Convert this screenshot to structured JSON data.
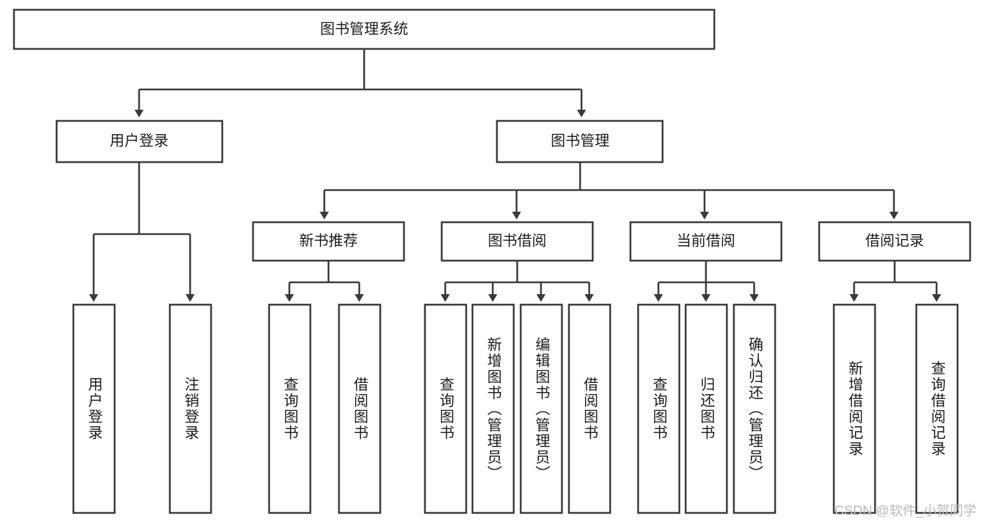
{
  "diagram": {
    "type": "tree-hierarchy",
    "title": "图书管理系统",
    "root": {
      "id": "root",
      "label": "图书管理系统",
      "orientation": "horizontal"
    },
    "level2": [
      {
        "id": "user-login",
        "label": "用户登录",
        "orientation": "horizontal"
      },
      {
        "id": "book-management",
        "label": "图书管理",
        "orientation": "horizontal"
      }
    ],
    "level3": [
      {
        "id": "new-book-recommend",
        "label": "新书推荐",
        "parent": "book-management",
        "orientation": "horizontal"
      },
      {
        "id": "book-borrow",
        "label": "图书借阅",
        "parent": "book-management",
        "orientation": "horizontal"
      },
      {
        "id": "current-borrow",
        "label": "当前借阅",
        "parent": "book-management",
        "orientation": "horizontal"
      },
      {
        "id": "borrow-record",
        "label": "借阅记录",
        "parent": "book-management",
        "orientation": "horizontal"
      }
    ],
    "leaves": [
      {
        "id": "leaf-user-login",
        "label": "用户登录",
        "parent": "user-login",
        "orientation": "vertical"
      },
      {
        "id": "leaf-logout-login",
        "label": "注销登录",
        "parent": "user-login",
        "orientation": "vertical"
      },
      {
        "id": "leaf-query-book-1",
        "label": "查询图书",
        "parent": "new-book-recommend",
        "orientation": "vertical"
      },
      {
        "id": "leaf-borrow-book-1",
        "label": "借阅图书",
        "parent": "new-book-recommend",
        "orientation": "vertical"
      },
      {
        "id": "leaf-query-book-2",
        "label": "查询图书",
        "parent": "book-borrow",
        "orientation": "vertical"
      },
      {
        "id": "leaf-add-book",
        "label": "新增图书（管理员）",
        "parent": "book-borrow",
        "orientation": "vertical"
      },
      {
        "id": "leaf-edit-book",
        "label": "编辑图书（管理员）",
        "parent": "book-borrow",
        "orientation": "vertical"
      },
      {
        "id": "leaf-borrow-book-2",
        "label": "借阅图书",
        "parent": "book-borrow",
        "orientation": "vertical"
      },
      {
        "id": "leaf-query-book-3",
        "label": "查询图书",
        "parent": "current-borrow",
        "orientation": "vertical"
      },
      {
        "id": "leaf-return-book",
        "label": "归还图书",
        "parent": "current-borrow",
        "orientation": "vertical"
      },
      {
        "id": "leaf-confirm-return",
        "label": "确认归还（管理员）",
        "parent": "current-borrow",
        "orientation": "vertical"
      },
      {
        "id": "leaf-add-record",
        "label": "新增借阅记录",
        "parent": "borrow-record",
        "orientation": "vertical"
      },
      {
        "id": "leaf-query-record",
        "label": "查询借阅记录",
        "parent": "borrow-record",
        "orientation": "vertical"
      }
    ],
    "watermark": "CSDN @软件_小贺同学",
    "colors": {
      "stroke": "#3a3a3a",
      "fill": "#ffffff",
      "text": "#1c1c1c",
      "watermark": "#b9b9b9",
      "background": "#ffffff"
    }
  }
}
